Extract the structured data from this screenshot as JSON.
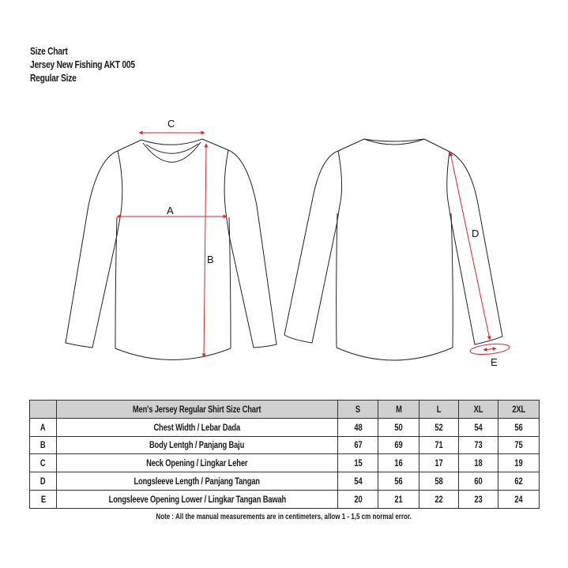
{
  "header": {
    "line1": "Size Chart",
    "line2": "Jersey New Fishing AKT 005",
    "line3": "Regular Size"
  },
  "diagram": {
    "front_view": {
      "labels": {
        "A": "A",
        "B": "B",
        "C": "C"
      }
    },
    "back_view": {
      "labels": {
        "D": "D",
        "E": "E"
      }
    },
    "colors": {
      "outline": "#222222",
      "measure": "#d9262b"
    }
  },
  "table": {
    "title": "Men's Jersey Regular Shirt Size Chart",
    "sizes": [
      "S",
      "M",
      "L",
      "XL",
      "2XL"
    ],
    "rows": [
      {
        "code": "A",
        "label": "Chest Width / Lebar Dada",
        "values": [
          "48",
          "50",
          "52",
          "54",
          "56"
        ]
      },
      {
        "code": "B",
        "label": "Body Lentgh / Panjang Baju",
        "values": [
          "67",
          "69",
          "71",
          "73",
          "75"
        ]
      },
      {
        "code": "C",
        "label": "Neck Opening / Lingkar Leher",
        "values": [
          "15",
          "16",
          "17",
          "18",
          "19"
        ]
      },
      {
        "code": "D",
        "label": "Longsleeve Length / Panjang Tangan",
        "values": [
          "54",
          "56",
          "58",
          "60",
          "62"
        ]
      },
      {
        "code": "E",
        "label": "Longsleeve Opening Lower / Lingkar Tangan Bawah",
        "values": [
          "20",
          "21",
          "22",
          "23",
          "24"
        ]
      }
    ],
    "header_bg": "#d0d0d0"
  },
  "note": "Note : All the manual measurements are in centimeters, allow 1 - 1,5 cm normal error."
}
